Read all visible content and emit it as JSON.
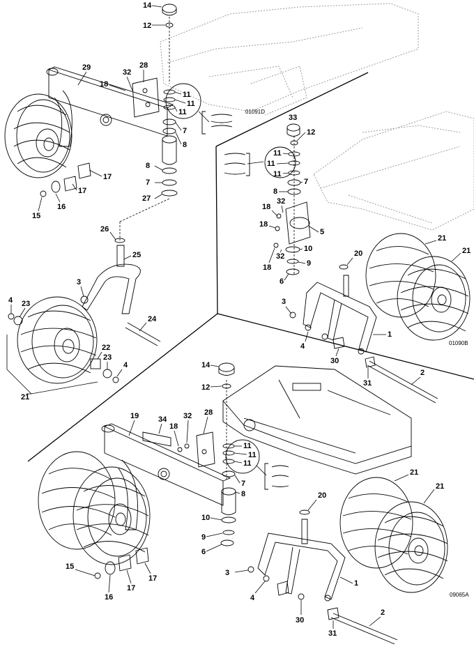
{
  "figure_codes": [
    "01091D",
    "01090B",
    "09065A"
  ],
  "panels": {
    "top_left": {
      "labels": [
        "14",
        "12",
        "29",
        "28",
        "32",
        "18",
        "11",
        "11",
        "11",
        "7",
        "8",
        "17",
        "8",
        "17",
        "7",
        "27",
        "16",
        "15",
        "26",
        "25",
        "3",
        "4",
        "23",
        "24",
        "22",
        "23",
        "4",
        "21"
      ]
    },
    "top_right": {
      "labels": [
        "33",
        "12",
        "11",
        "11",
        "11",
        "7",
        "8",
        "18",
        "32",
        "18",
        "5",
        "10",
        "9",
        "32",
        "18",
        "6",
        "20",
        "21",
        "21",
        "3",
        "1",
        "4",
        "30",
        "31",
        "2"
      ]
    },
    "bottom": {
      "labels": [
        "14",
        "12",
        "19",
        "34",
        "18",
        "32",
        "28",
        "11",
        "11",
        "11",
        "7",
        "8",
        "10",
        "9",
        "6",
        "20",
        "21",
        "21",
        "15",
        "16",
        "17",
        "17",
        "3",
        "4",
        "1",
        "30",
        "31",
        "2"
      ]
    }
  },
  "colors": {
    "line": "#000000",
    "ghost": "#9a9a9a",
    "background": "#ffffff"
  }
}
